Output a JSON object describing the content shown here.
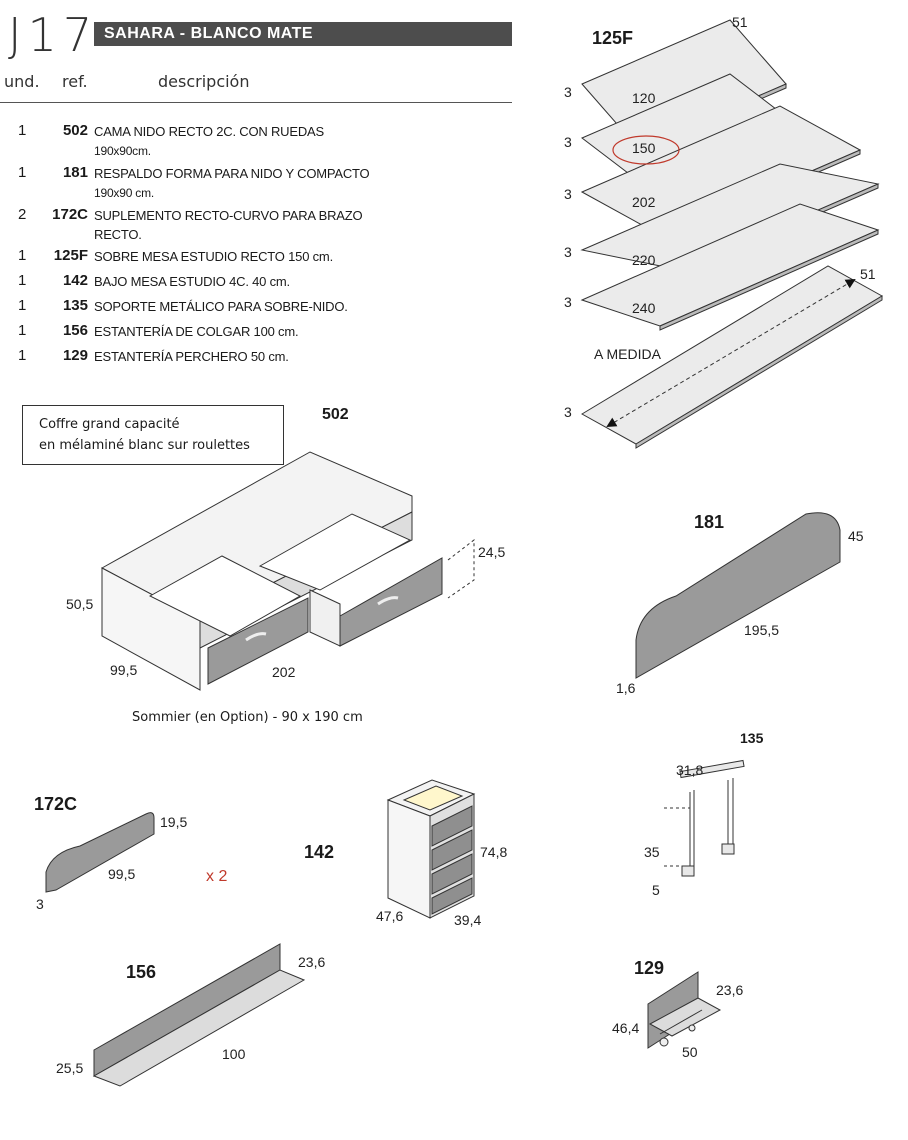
{
  "header": {
    "code": "J17",
    "title": "SAHARA - BLANCO MATE",
    "col_und": "und.",
    "col_ref": "ref.",
    "col_desc": "descripción"
  },
  "items": [
    {
      "qty": "1",
      "ref": "502",
      "desc": "CAMA NIDO RECTO 2C. CON RUEDAS",
      "desc2": "190x90cm."
    },
    {
      "qty": "1",
      "ref": "181",
      "desc": "RESPALDO FORMA PARA NIDO Y COMPACTO",
      "desc2": "190x90 cm."
    },
    {
      "qty": "2",
      "ref": "172C",
      "desc": "SUPLEMENTO RECTO-CURVO PARA BRAZO",
      "desc2": "RECTO."
    },
    {
      "qty": "1",
      "ref": "125F",
      "desc": "SOBRE MESA ESTUDIO RECTO 150 cm.",
      "desc2": ""
    },
    {
      "qty": "1",
      "ref": "142",
      "desc": "BAJO MESA ESTUDIO 4C. 40 cm.",
      "desc2": ""
    },
    {
      "qty": "1",
      "ref": "135",
      "desc": "SOPORTE METÁLICO PARA SOBRE-NIDO.",
      "desc2": ""
    },
    {
      "qty": "1",
      "ref": "156",
      "desc": "ESTANTERÍA DE COLGAR 100 cm.",
      "desc2": ""
    },
    {
      "qty": "1",
      "ref": "129",
      "desc": "ESTANTERÍA PERCHERO 50 cm.",
      "desc2": ""
    }
  ],
  "note": {
    "line1": "Coffre grand capacité",
    "line2": "en mélaminé blanc sur roulettes"
  },
  "sommier": "Sommier (en Option)  - 90 x 190 cm",
  "p125F": {
    "label": "125F",
    "depth": "51",
    "thick": "3",
    "widths": [
      "120",
      "150",
      "202",
      "220",
      "240"
    ],
    "custom_label": "A MEDIDA",
    "custom_depth": "51"
  },
  "p502": {
    "label": "502",
    "h": "50,5",
    "d": "99,5",
    "w": "202",
    "drawer_h": "24,5"
  },
  "p181": {
    "label": "181",
    "h": "45",
    "w": "195,5",
    "t": "1,6"
  },
  "p135": {
    "label": "135",
    "w": "31,8",
    "h": "35",
    "base": "5"
  },
  "p172C": {
    "label": "172C",
    "h": "19,5",
    "w": "99,5",
    "t": "3",
    "mult": "x 2"
  },
  "p142": {
    "label": "142",
    "h": "74,8",
    "d": "47,6",
    "w": "39,4"
  },
  "p156": {
    "label": "156",
    "d": "23,6",
    "h": "25,5",
    "w": "100"
  },
  "p129": {
    "label": "129",
    "d": "23,6",
    "h": "46,4",
    "w": "50"
  },
  "colors": {
    "panel": "#9a9a9a",
    "panel_light": "#e8e8e8",
    "title_bar": "#4d4d4d"
  }
}
